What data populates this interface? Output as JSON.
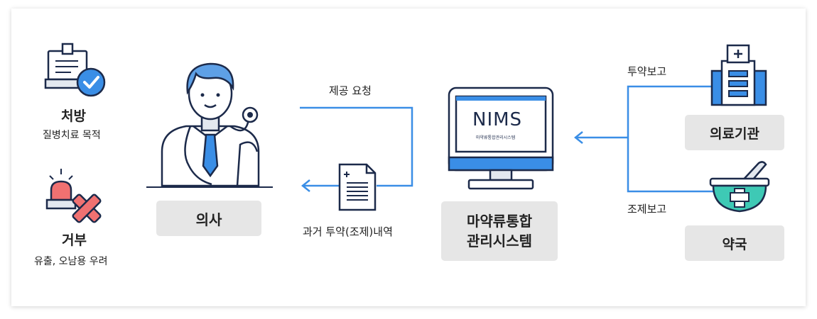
{
  "left": {
    "prescription": {
      "title": "처방",
      "subtitle": "질병치료 목적"
    },
    "refusal": {
      "title": "거부",
      "subtitle": "유출, 오남용 우려"
    }
  },
  "doctor": {
    "label": "의사"
  },
  "flow": {
    "request_label": "제공 요청",
    "history_label": "과거  투약(조제)내역"
  },
  "system": {
    "screen_logo": "NIMS",
    "screen_sub": "마약류통합관리시스템",
    "label_line1": "마약류통합",
    "label_line2": "관리시스템"
  },
  "right": {
    "admin_report": "투약보고",
    "dispense_report": "조제보고",
    "hospital_label": "의료기관",
    "pharmacy_label": "약국"
  },
  "colors": {
    "accent": "#3a8ee6",
    "navy": "#1c2a4a",
    "teal": "#3ec9b5",
    "pill": "#e6e6e6"
  }
}
